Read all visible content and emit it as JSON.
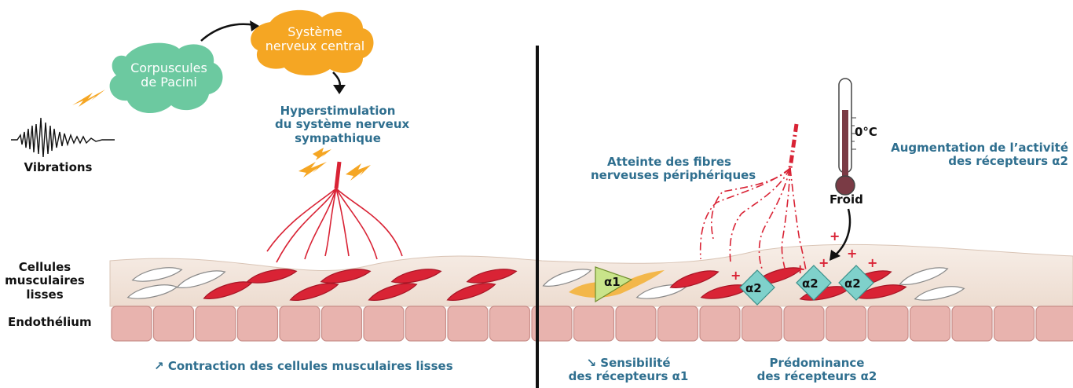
{
  "left": {
    "pacini": {
      "line1": "Corpuscules",
      "line2": "de Pacini"
    },
    "snc": {
      "line1": "Système",
      "line2": "nerveux central"
    },
    "hyper": {
      "line1": "Hyperstimulation",
      "line2": "du système nerveux",
      "line3": "sympathique"
    },
    "vibrations": "Vibrations",
    "cells": {
      "line1": "Cellules",
      "line2": "musculaires",
      "line3": "lisses"
    },
    "endothelium": "Endothélium",
    "bottom": {
      "arrow": "↗",
      "text": "Contraction des cellules musculaires lisses"
    }
  },
  "right": {
    "atteinte": {
      "line1": "Atteinte des fibres",
      "line2": "nerveuses périphériques"
    },
    "temp": "0°C",
    "froid": "Froid",
    "augmentation": {
      "line1": "Augmentation de l’activité",
      "line2": "des récepteurs α2"
    },
    "alpha1": "α1",
    "alpha2": "α2",
    "plus": "+",
    "bottom_left": {
      "arrow": "↘",
      "line1": "Sensibilité",
      "line2": "des récepteurs α1"
    },
    "bottom_right": {
      "line1": "Prédominance",
      "line2": "des récepteurs α2"
    }
  },
  "colors": {
    "blue_text": "#2f6f8f",
    "cell_red": "#d92335",
    "pacini_green": "#6cc9a0",
    "snc_orange": "#f5a623",
    "endothelium": "#e8b3ae",
    "alpha1_green": "#c9e48a",
    "alpha2_teal": "#7fd1cb"
  }
}
